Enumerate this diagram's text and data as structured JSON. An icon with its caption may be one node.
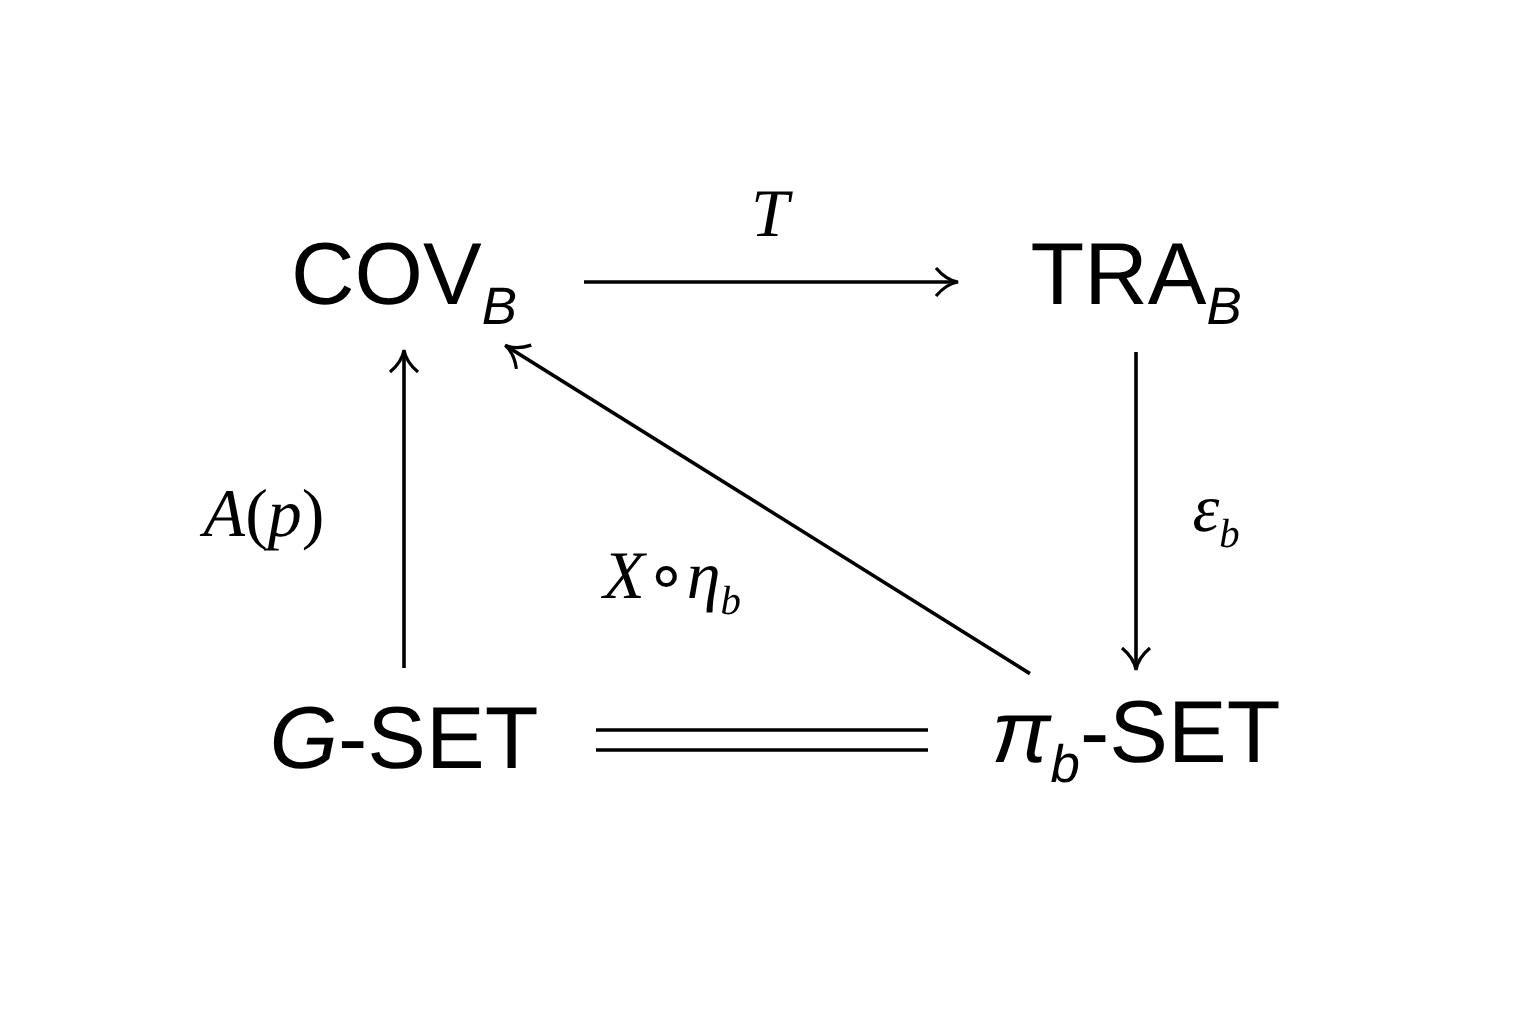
{
  "diagram": {
    "nodes": [
      {
        "text": [
          "COV$_{B}$"
        ]
      },
      {
        "text": [
          "TRA$_{B}$"
        ]
      },
      {
        "text": [
          "*G*-SET"
        ]
      },
      {
        "text": [
          "*π*$_{b}$-SET"
        ]
      }
    ],
    "edges": [
      {
        "from": 0,
        "to": 1,
        "arrow": "to",
        "label": "*T*"
      },
      {
        "from": 1,
        "to": 3,
        "arrow": "to",
        "label": "*ε*$_{b}$"
      },
      {
        "from": 2,
        "to": 0,
        "arrow": "to",
        "label": "*A*(*p*)"
      },
      {
        "from": 3,
        "to": 0,
        "arrow": "to",
        "label": "*X*∘*η*$_{b}$"
      },
      {
        "from": 2,
        "to": 3,
        "arrow": "none"
      }
    ]
  }
}
